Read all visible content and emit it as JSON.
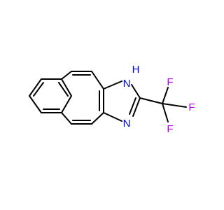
{
  "molecule": {
    "atom_labels": {
      "nh": "H",
      "n_nh": "N",
      "n_ring": "N",
      "f_top": "F",
      "f_right": "F",
      "f_bottom": "F"
    },
    "colors": {
      "bond": "#000000",
      "nitrogen": "#0000ff",
      "fluorine": "#b400ff"
    }
  }
}
